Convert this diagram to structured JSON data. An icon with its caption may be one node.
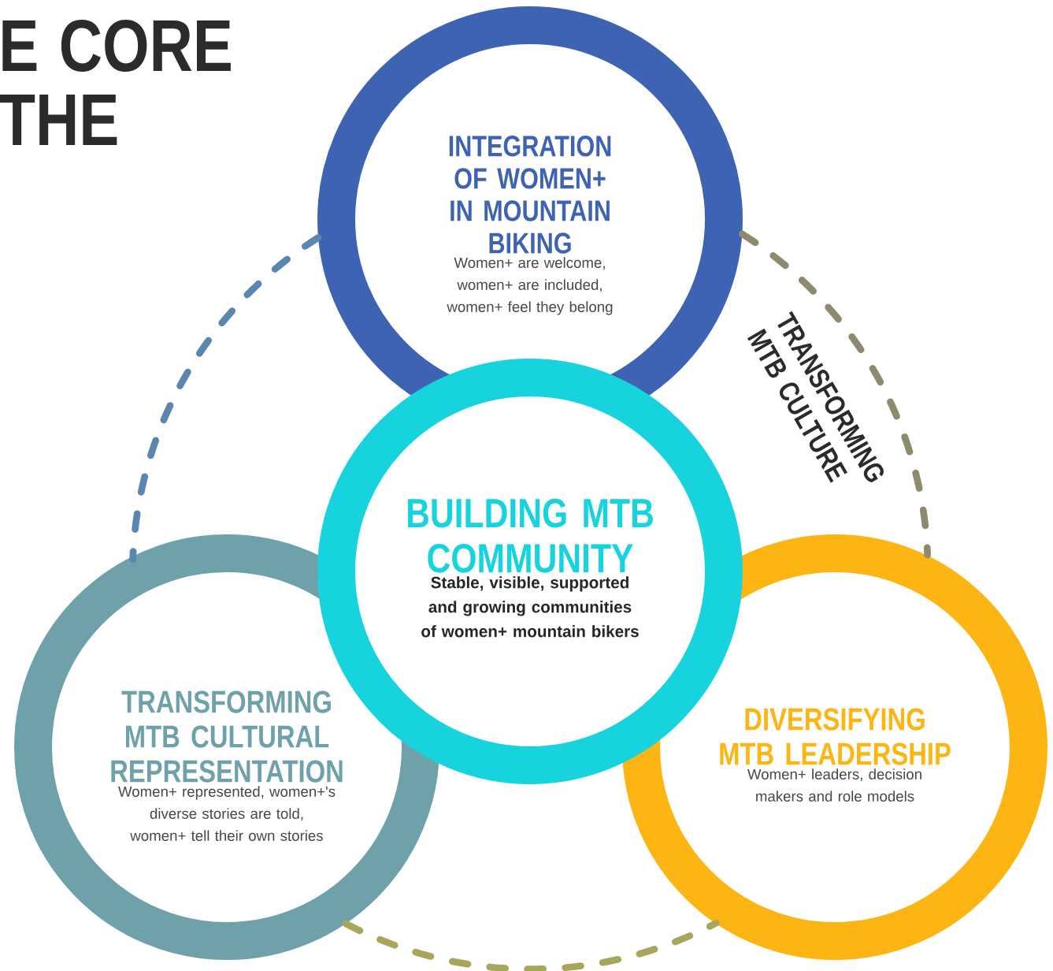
{
  "diagram": {
    "nodes": [
      {
        "text": [
          "INTEGRATION OF WOMEN+ IN MOUNTAIN BIKING",
          "Women+ are welcome, women+ are included, women+ feel they belong"
        ]
      },
      {
        "text": [
          "BUILDING MTB COMMUNITY",
          "Stable, visible, supported and growing communities of women+ mountain bikers"
        ]
      },
      {
        "text": [
          "TRANSFORMING MTB CULTURAL REPRESENTATION",
          "Women+ represented, women+'s diverse stories are told, women+ tell their own stories"
        ]
      },
      {
        "text": [
          "DIVERSIFYING MTB LEADERSHIP",
          "Women+ leaders, decision makers and role models"
        ]
      }
    ],
    "edges": [
      {
        "from": 0,
        "to": 2,
        "arrow": "none",
        "style": "dashed",
        "color": "#5a86b0"
      },
      {
        "from": 0,
        "to": 3,
        "arrow": "none",
        "style": "dashed",
        "color": "#8e8a6e",
        "label": "TRANSFORMING MTB CULTURE"
      },
      {
        "from": 2,
        "to": 3,
        "arrow": "none",
        "style": "dashed",
        "color": "#a8a65a"
      }
    ],
    "labels": [
      "E CORE",
      "THE"
    ]
  }
}
